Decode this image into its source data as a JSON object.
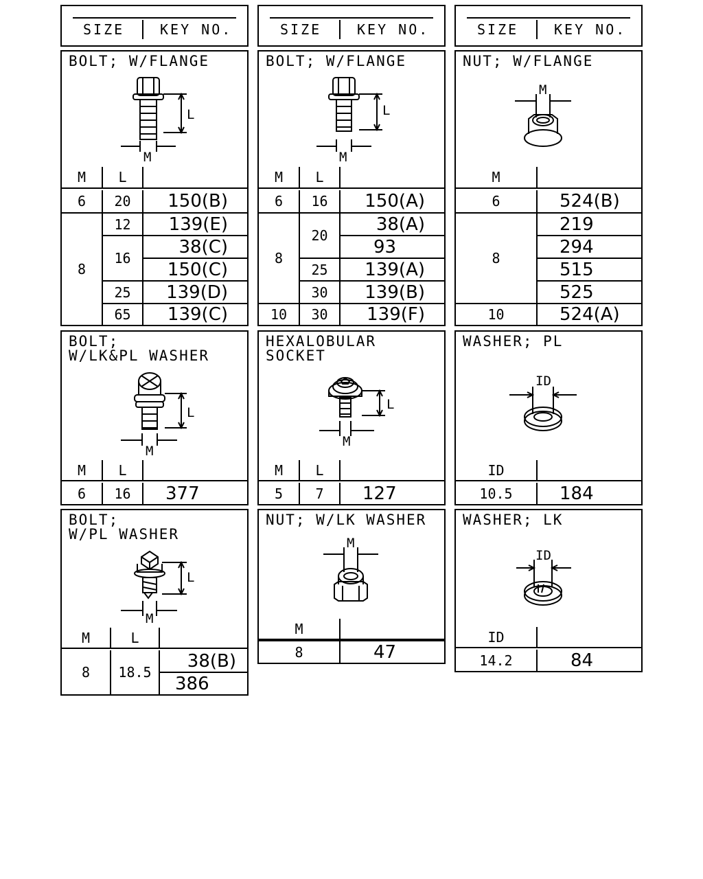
{
  "header": {
    "size_label": "SIZE",
    "key_label": "KEY NO."
  },
  "panels": {
    "bolt_flange_a": {
      "title": "BOLT; W/FLANGE",
      "cols": [
        "M",
        "L"
      ],
      "dim_labels": [
        "L",
        "M"
      ],
      "rows": [
        {
          "m": "6",
          "l": "20",
          "key": "150(B)"
        },
        {
          "m": "8",
          "l": "12",
          "key": "139(E)"
        },
        {
          "l": "16",
          "key": "38(C)"
        },
        {
          "key": "150(C)"
        },
        {
          "l": "25",
          "key": "139(D)"
        },
        {
          "l": "65",
          "key": "139(C)"
        }
      ]
    },
    "bolt_flange_b": {
      "title": "BOLT; W/FLANGE",
      "cols": [
        "M",
        "L"
      ],
      "dim_labels": [
        "L",
        "M"
      ],
      "rows": [
        {
          "m": "6",
          "l": "16",
          "key": "150(A)"
        },
        {
          "m": "8",
          "l": "20",
          "key": "38(A)"
        },
        {
          "key": "93"
        },
        {
          "l": "25",
          "key": "139(A)"
        },
        {
          "l": "30",
          "key": "139(B)"
        },
        {
          "m": "10",
          "l": "30",
          "key": "139(F)"
        }
      ]
    },
    "nut_flange": {
      "title": "NUT; W/FLANGE",
      "cols": [
        "M"
      ],
      "dim_labels": [
        "M"
      ],
      "rows": [
        {
          "m": "6",
          "key": "524(B)"
        },
        {
          "m": "8",
          "key": "219"
        },
        {
          "key": "294"
        },
        {
          "key": "515"
        },
        {
          "key": "525"
        },
        {
          "m": "10",
          "key": "524(A)"
        }
      ]
    },
    "bolt_lk_pl": {
      "title": "BOLT;\nW/LK&PL WASHER",
      "cols": [
        "M",
        "L"
      ],
      "dim_labels": [
        "L",
        "M"
      ],
      "rows": [
        {
          "m": "6",
          "l": "16",
          "key": "377"
        }
      ]
    },
    "hexalobular": {
      "title": "HEXALOBULAR\nSOCKET",
      "cols": [
        "M",
        "L"
      ],
      "dim_labels": [
        "L",
        "M"
      ],
      "rows": [
        {
          "m": "5",
          "l": "7",
          "key": "127"
        }
      ]
    },
    "washer_pl": {
      "title": "WASHER; PL",
      "cols": [
        "ID"
      ],
      "dim_labels": [
        "ID"
      ],
      "rows": [
        {
          "m": "10.5",
          "key": "184"
        }
      ]
    },
    "bolt_pl": {
      "title": "BOLT;\nW/PL WASHER",
      "cols": [
        "M",
        "L"
      ],
      "dim_labels": [
        "L",
        "M"
      ],
      "rows": [
        {
          "m": "8",
          "l": "18.5",
          "key": "38(B)"
        },
        {
          "key": "386"
        }
      ]
    },
    "nut_lk": {
      "title": "NUT; W/LK WASHER",
      "cols": [
        "M"
      ],
      "dim_labels": [
        "M"
      ],
      "rows": [
        {
          "m": "8",
          "key": "47"
        }
      ]
    },
    "washer_lk": {
      "title": "WASHER; LK",
      "cols": [
        "ID"
      ],
      "dim_labels": [
        "ID"
      ],
      "rows": [
        {
          "m": "14.2",
          "key": "84"
        }
      ]
    }
  }
}
